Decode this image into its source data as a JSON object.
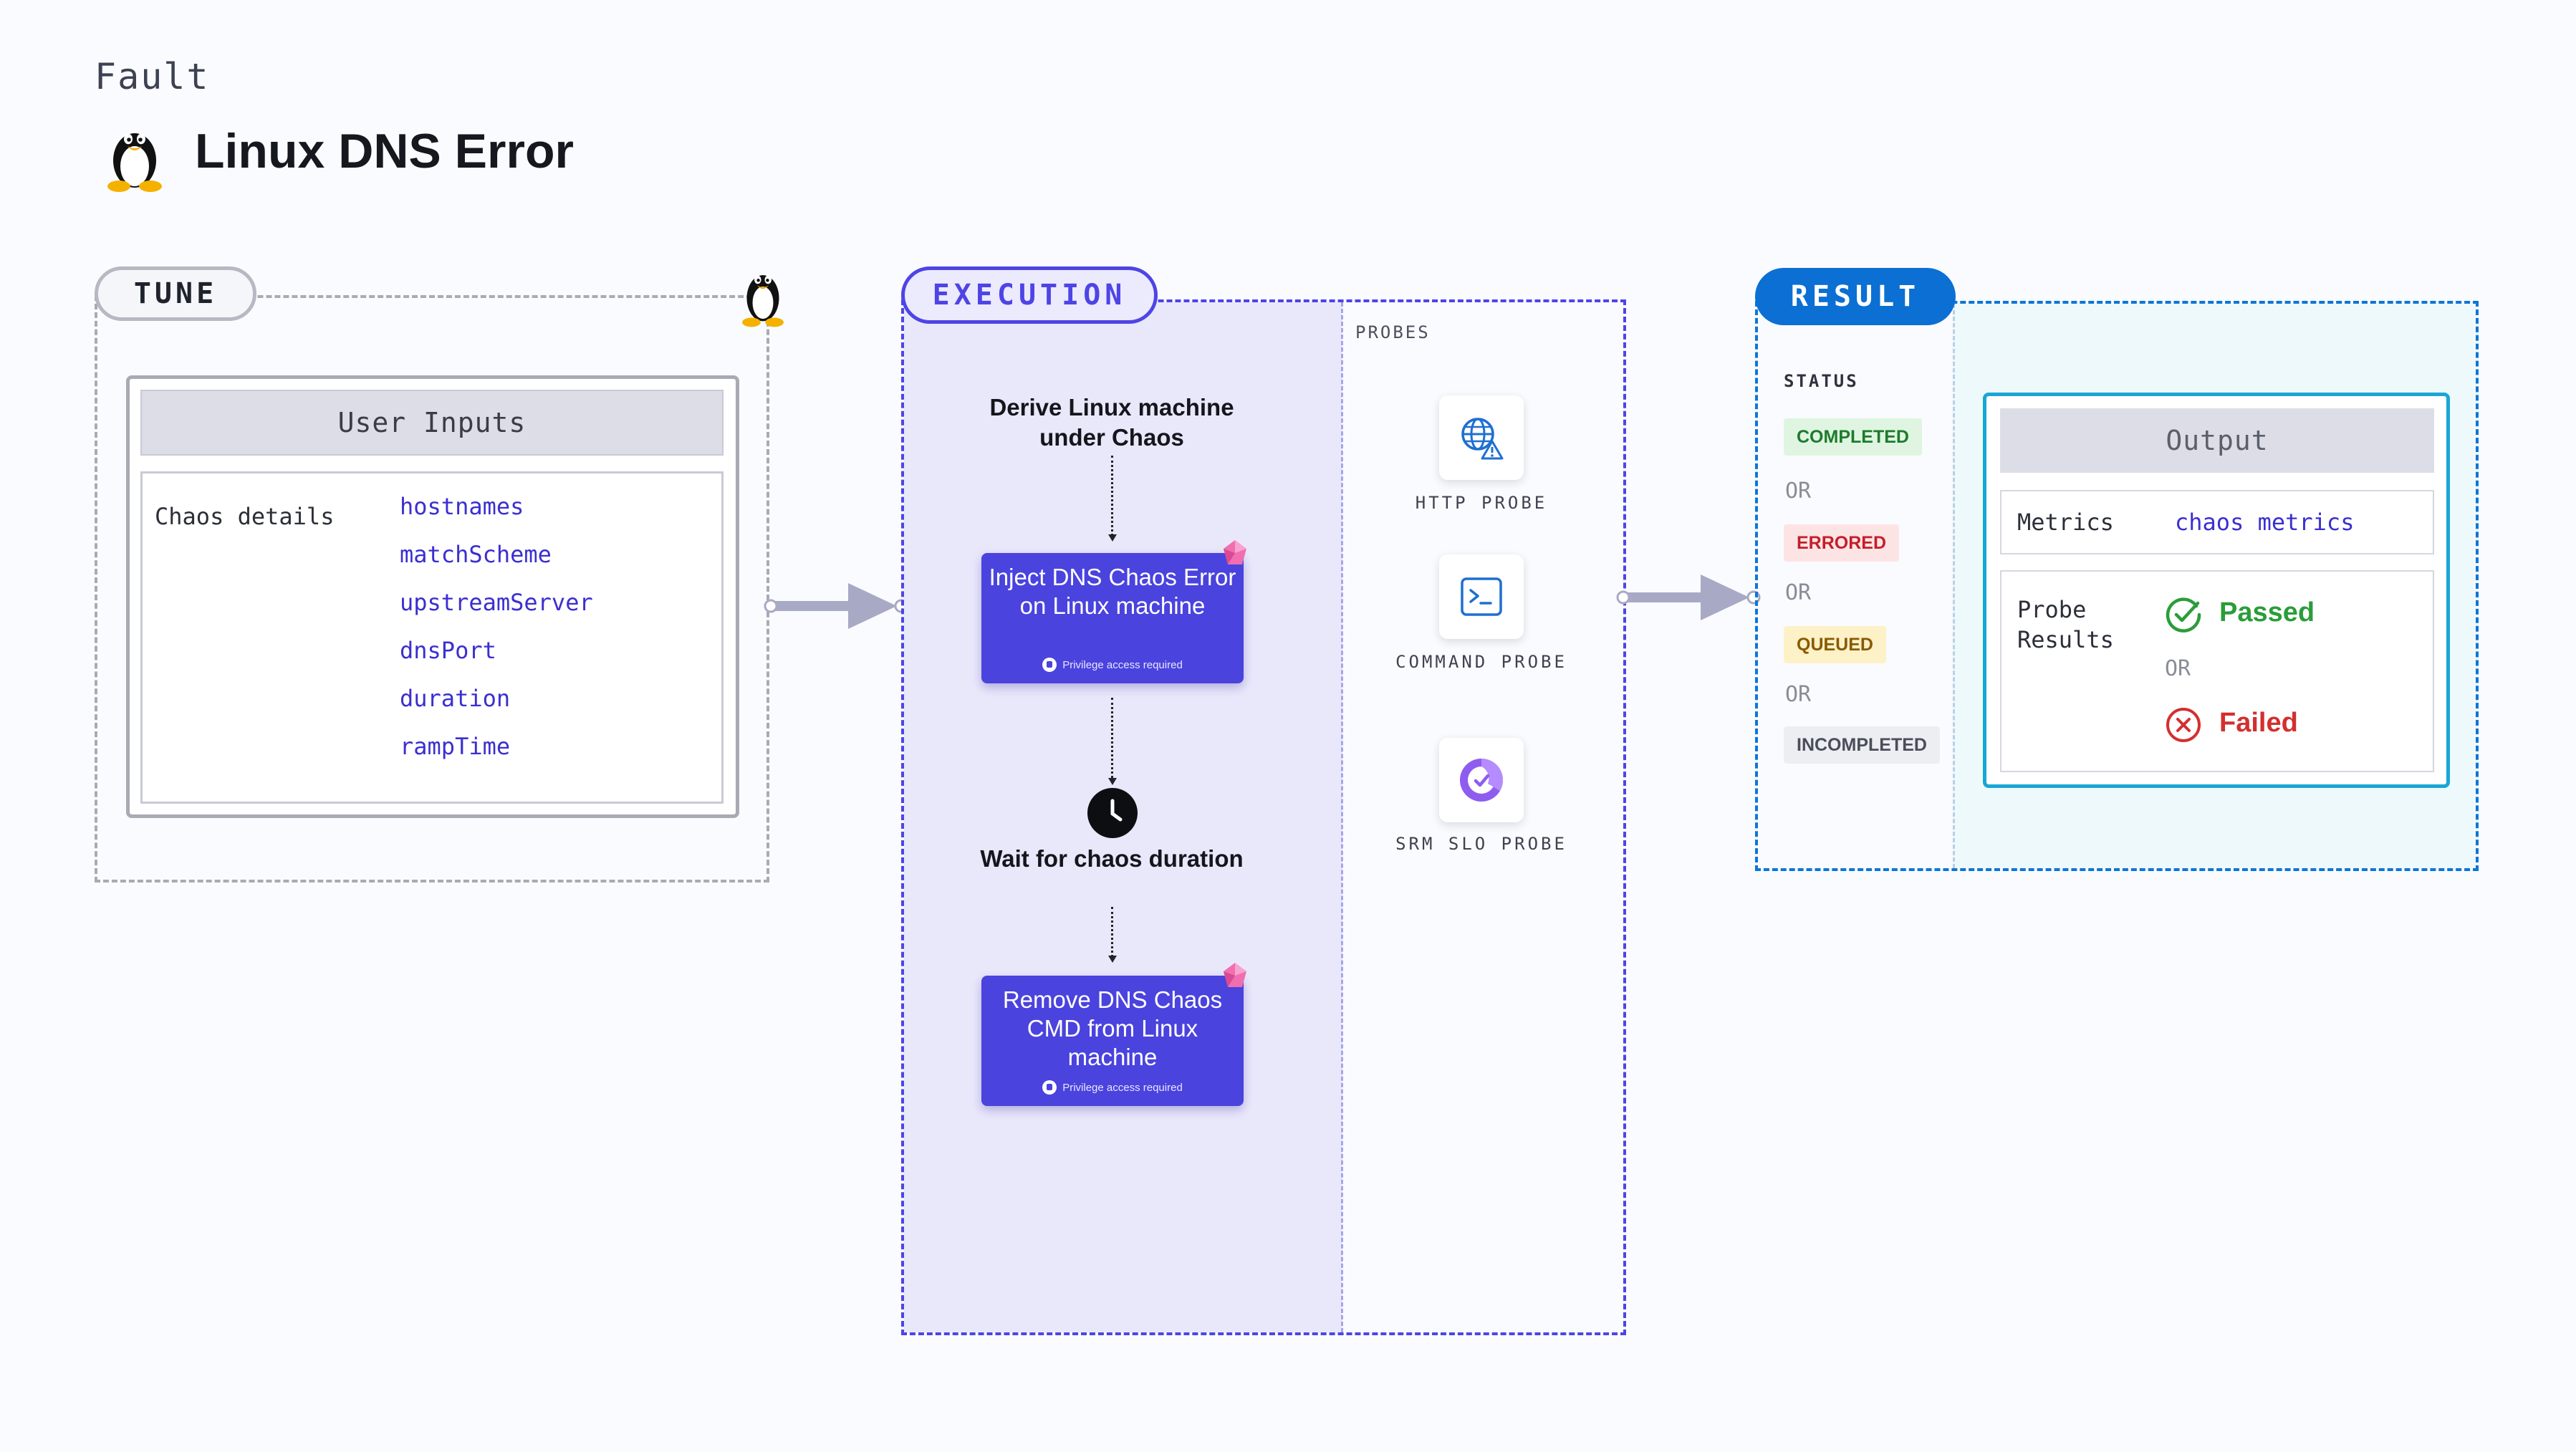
{
  "header": {
    "category": "Fault",
    "title": "Linux DNS Error"
  },
  "tune": {
    "label": "TUNE",
    "user_inputs_title": "User Inputs",
    "chaos_details_label": "Chaos details",
    "params": [
      "hostnames",
      "matchScheme",
      "upstreamServer",
      "dnsPort",
      "duration",
      "rampTime"
    ]
  },
  "execution": {
    "label": "EXECUTION",
    "probes_label": "PROBES",
    "step1_text": "Derive Linux machine under Chaos",
    "step2_text": "Inject DNS Chaos Error on Linux machine",
    "step2_privilege": "Privilege access required",
    "step3_text": "Wait for chaos duration",
    "step4_text": "Remove DNS Chaos CMD from Linux machine",
    "step4_privilege": "Privilege access required",
    "probes": [
      {
        "name": "HTTP PROBE",
        "icon": "globe-warning-icon"
      },
      {
        "name": "COMMAND PROBE",
        "icon": "terminal-icon"
      },
      {
        "name": "SRM SLO PROBE",
        "icon": "slo-check-icon"
      }
    ]
  },
  "result": {
    "label": "RESULT",
    "status_label": "STATUS",
    "statuses": [
      {
        "text": "COMPLETED",
        "color": "#1e7a2c",
        "bg": "#dff5e1"
      },
      {
        "text": "ERRORED",
        "color": "#c21f2b",
        "bg": "#fde4e4"
      },
      {
        "text": "QUEUED",
        "color": "#8a5a00",
        "bg": "#fdf1c8"
      },
      {
        "text": "INCOMPLETED",
        "color": "#4a4e5a",
        "bg": "#eceef2"
      }
    ],
    "or_text": "OR",
    "output_title": "Output",
    "metrics_label": "Metrics",
    "metrics_value": "chaos metrics",
    "probe_results_label": "Probe Results",
    "passed": "Passed",
    "failed": "Failed",
    "probe_or": "OR"
  },
  "colors": {
    "execution": "#4e44e6",
    "result": "#0b76d8",
    "passed": "#2a9d3a",
    "failed": "#d32f2f"
  }
}
